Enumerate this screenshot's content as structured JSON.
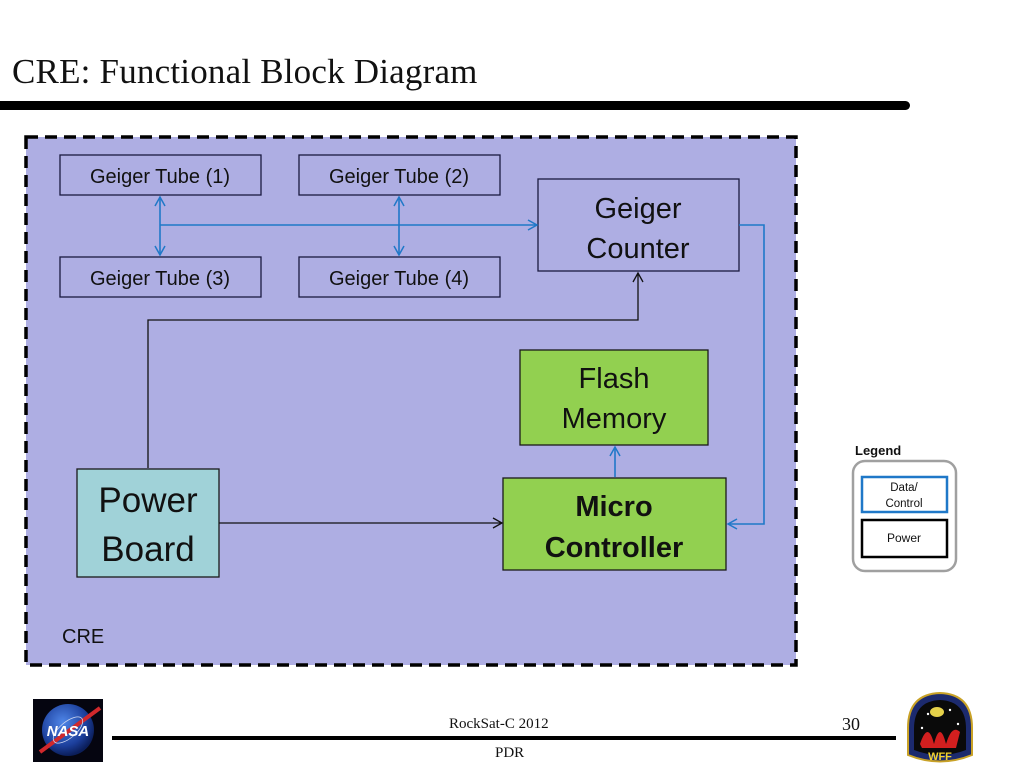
{
  "slide": {
    "title": "CRE: Functional Block Diagram"
  },
  "diagram": {
    "container": {
      "label": "CRE",
      "fill": "#aeaee3",
      "border": "dashed-black"
    },
    "blocks": {
      "tube1": {
        "label": "Geiger Tube (1)"
      },
      "tube2": {
        "label": "Geiger Tube (2)"
      },
      "tube3": {
        "label": "Geiger Tube (3)"
      },
      "tube4": {
        "label": "Geiger Tube (4)"
      },
      "counter": {
        "line1": "Geiger",
        "line2": "Counter"
      },
      "flash": {
        "line1": "Flash",
        "line2": "Memory",
        "fill": "#92d050"
      },
      "micro": {
        "line1": "Micro",
        "line2": "Controller",
        "fill": "#92d050"
      },
      "power": {
        "line1": "Power",
        "line2": "Board",
        "fill": "#a0d2d8"
      }
    },
    "connections": [
      {
        "from": "Geiger Tube (1)",
        "to": "Geiger Tube (3)",
        "type": "data",
        "bidirectional": true
      },
      {
        "from": "Geiger Tube (2)",
        "to": "Geiger Tube (4)",
        "type": "data",
        "bidirectional": true
      },
      {
        "from": "Geiger Tubes",
        "to": "Geiger Counter",
        "type": "data"
      },
      {
        "from": "Geiger Counter",
        "to": "Micro Controller",
        "type": "data"
      },
      {
        "from": "Micro Controller",
        "to": "Flash Memory",
        "type": "data"
      },
      {
        "from": "Power Board",
        "to": "Geiger Counter",
        "type": "power"
      },
      {
        "from": "Power Board",
        "to": "Micro Controller",
        "type": "power"
      }
    ],
    "colors": {
      "data": "#1f78c8",
      "power": "#111111"
    }
  },
  "legend": {
    "title": "Legend",
    "items": [
      {
        "label_line1": "Data/",
        "label_line2": "Control",
        "color": "#1f78c8"
      },
      {
        "label": "Power",
        "color": "#000000"
      }
    ]
  },
  "footer": {
    "center_top": "RockSat-C 2012",
    "center_bottom": "PDR",
    "page_number": "30",
    "left_logo": "NASA",
    "right_logo": "WFF"
  }
}
